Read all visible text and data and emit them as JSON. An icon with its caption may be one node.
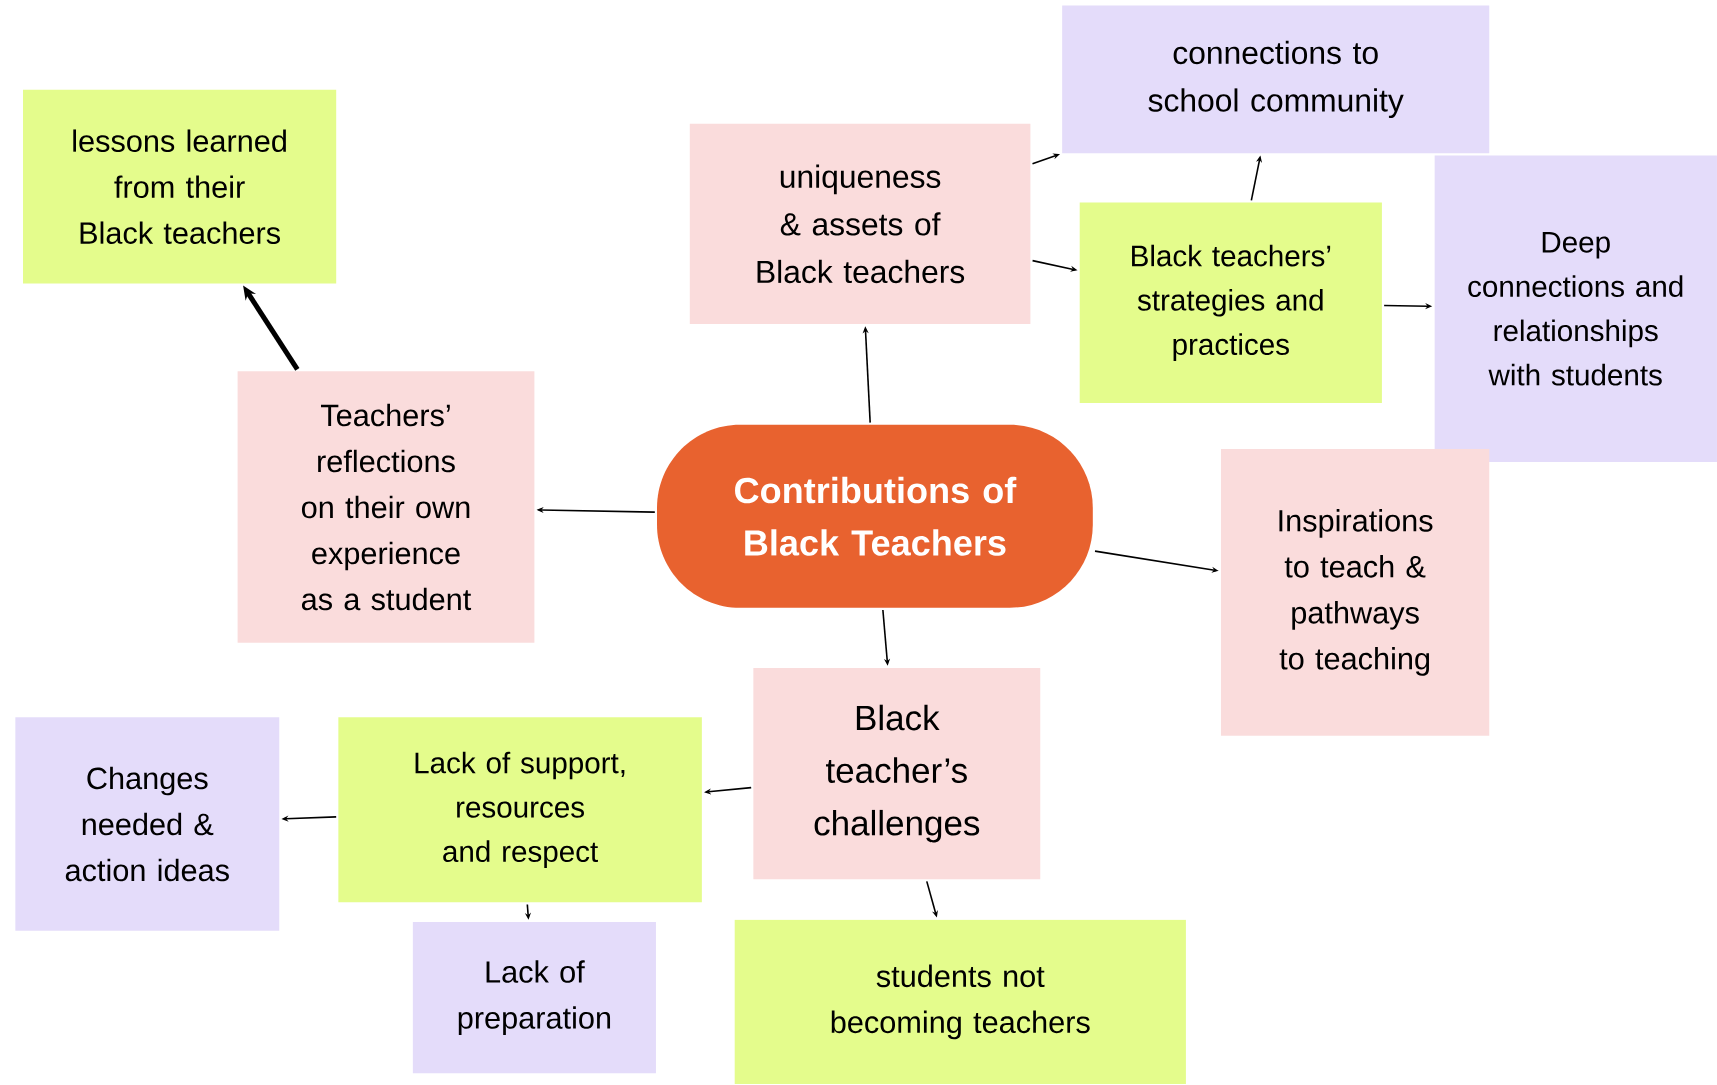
{
  "diagram": {
    "nodes": [
      {
        "text": [
          "Contributions of Black Teachers"
        ]
      },
      {
        "text": [
          "uniqueness & assets of Black teachers"
        ]
      },
      {
        "text": [
          "connections to school community"
        ]
      },
      {
        "text": [
          "Black teachers’ strategies and practices"
        ]
      },
      {
        "text": [
          "Deep connections and relationships with students"
        ]
      },
      {
        "text": [
          "Inspirations to teach & pathways to teaching"
        ]
      },
      {
        "text": [
          "Black teacher’s challenges"
        ]
      },
      {
        "text": [
          "students not becoming teachers"
        ]
      },
      {
        "text": [
          "Lack of support, resources and respect"
        ]
      },
      {
        "text": [
          "Changes needed & action ideas"
        ]
      },
      {
        "text": [
          "Lack of preparation"
        ]
      },
      {
        "text": [
          "Teachers’ reflections on their own experience as a student"
        ]
      },
      {
        "text": [
          "lessons learned from their Black teachers"
        ]
      }
    ],
    "edges": [
      {
        "from": 0,
        "to": 1,
        "arrow": "to"
      },
      {
        "from": 1,
        "to": 2,
        "arrow": "to"
      },
      {
        "from": 1,
        "to": 3,
        "arrow": "to"
      },
      {
        "from": 3,
        "to": 2,
        "arrow": "to"
      },
      {
        "from": 3,
        "to": 4,
        "arrow": "to"
      },
      {
        "from": 0,
        "to": 5,
        "arrow": "to"
      },
      {
        "from": 0,
        "to": 6,
        "arrow": "to"
      },
      {
        "from": 6,
        "to": 7,
        "arrow": "to"
      },
      {
        "from": 6,
        "to": 8,
        "arrow": "to"
      },
      {
        "from": 8,
        "to": 9,
        "arrow": "to"
      },
      {
        "from": 8,
        "to": 10,
        "arrow": "to"
      },
      {
        "from": 0,
        "to": 11,
        "arrow": "to"
      },
      {
        "from": 11,
        "to": 12,
        "arrow": "to",
        "style": "thick"
      }
    ]
  }
}
